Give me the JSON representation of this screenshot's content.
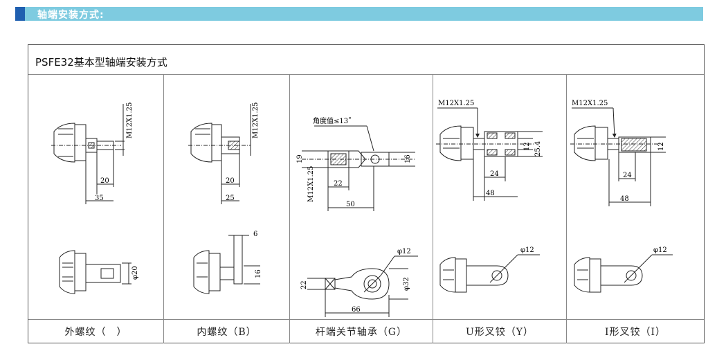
{
  "section": {
    "title": "轴端安装方式:"
  },
  "panel": {
    "title": "PSFE32基本型轴端安装方式"
  },
  "columns": [
    {
      "label": "外螺纹（　）"
    },
    {
      "label": "内螺纹（B）"
    },
    {
      "label": "杆端关节轴承（G）"
    },
    {
      "label": "U形叉铰（Y）"
    },
    {
      "label": "I形叉铰（I）"
    }
  ],
  "dims": {
    "ext_thread": "M12X1.25",
    "ext_20": "20",
    "ext_35": "35",
    "ext_phi20": "φ20",
    "int_thread": "M12X1.25",
    "int_20": "20",
    "int_25": "25",
    "int_6": "6",
    "int_16": "16",
    "rod_angle": "角度值≤13˚",
    "rod_19": "19",
    "rod_thread": "M12X1.25",
    "rod_22": "22",
    "rod_50": "50",
    "rod_16": "16",
    "rod_phi12": "φ12",
    "rod_22b": "22",
    "rod_phi32": "φ32",
    "rod_66": "66",
    "u_thread": "M12X1.25",
    "u_12": "12",
    "u_25_4": "25.4",
    "u_24": "24",
    "u_48": "48",
    "u_phi12": "φ12",
    "i_thread": "M12X1.25",
    "i_12": "12",
    "i_24": "24",
    "i_48": "48",
    "i_phi12": "φ12"
  }
}
